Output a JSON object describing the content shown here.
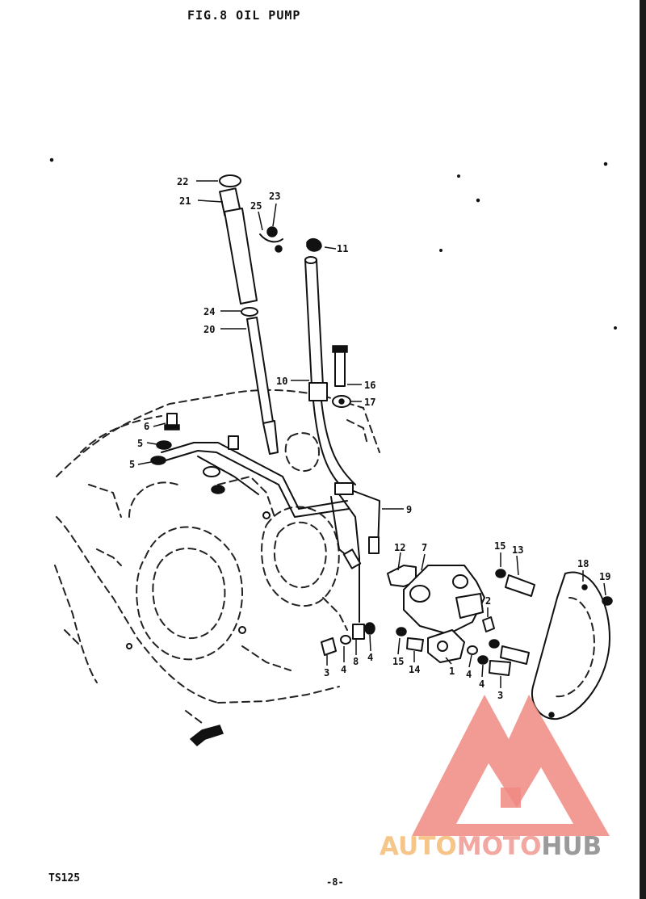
{
  "figure": {
    "title": "FIG.8  OIL PUMP",
    "model": "TS125",
    "page_number": "-8-"
  },
  "callouts": {
    "c22": "22",
    "c21": "21",
    "c25": "25",
    "c23": "23",
    "c11": "11",
    "c24": "24",
    "c20": "20",
    "c10": "10",
    "c16": "16",
    "c17": "17",
    "c6": "6",
    "c5a": "5",
    "c5b": "5",
    "c9": "9",
    "c12": "12",
    "c7": "7",
    "c15a": "15",
    "c13": "13",
    "c18": "18",
    "c19": "19",
    "c2": "2",
    "c3a": "3",
    "c4a": "4",
    "c8": "8",
    "c4b": "4",
    "c15b": "15",
    "c14": "14",
    "c1": "1",
    "c4c": "4",
    "c4d": "4",
    "c3b": "3"
  },
  "watermark": {
    "part1": "AUTO",
    "part2": "MOTO",
    "part3": "HUB",
    "colors": {
      "auto": "#f5c58a",
      "moto": "#f2a7a0",
      "hub": "#9a9a9a",
      "logo": "#f08a82"
    }
  }
}
